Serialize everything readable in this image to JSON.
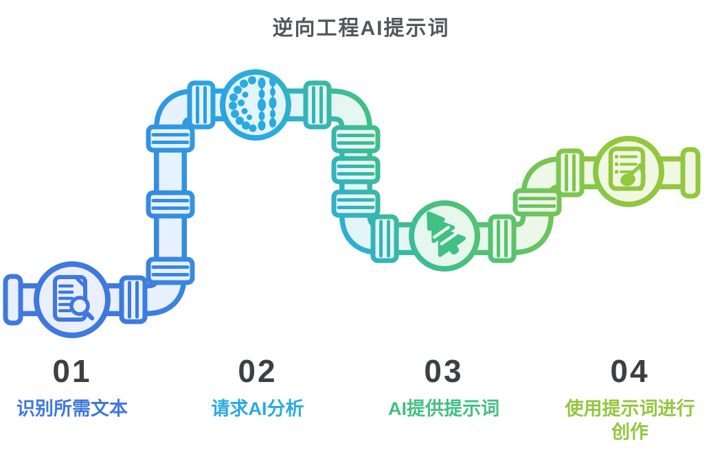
{
  "title": "逆向工程AI提示词",
  "colors": {
    "blue": "#3f78de",
    "cyan": "#29abe2",
    "green": "#41c083",
    "lime": "#92c73e",
    "blue_light": "#e9effb",
    "cyan_light": "#e3f4fc",
    "green_light": "#e6f7ee",
    "lime_light": "#f1f8e2",
    "title_text": "#53575c",
    "number_text": "#3b4045"
  },
  "steps": [
    {
      "number": "01",
      "lines": [
        "识别所需文本"
      ],
      "icon": "document-search-icon"
    },
    {
      "number": "02",
      "lines": [
        "请求AI分析"
      ],
      "icon": "brain-icon"
    },
    {
      "number": "03",
      "lines": [
        "AI提供提示词"
      ],
      "icon": "paper-plane-icon"
    },
    {
      "number": "04",
      "lines": [
        "使用提示词进行",
        "创作"
      ],
      "icon": "writing-hand-icon"
    }
  ]
}
